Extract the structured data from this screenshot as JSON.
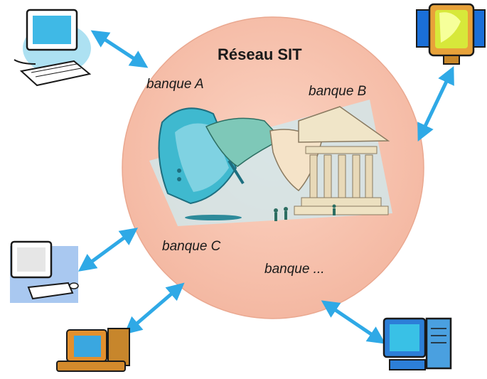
{
  "diagram": {
    "title": "Réseau SIT",
    "banks": [
      "banque A",
      "banque B",
      "banque C",
      "banque ..."
    ],
    "colors": {
      "circle_fill": "#f7c4b0",
      "circle_edge": "#e9a68e",
      "arrow": "#2fa9e6",
      "computer": "#39c1e6",
      "bank_screen": "#b8dfe6"
    },
    "icons": [
      "computer-top-left-icon",
      "monitor-top-right-icon",
      "computer-mid-left-icon",
      "computer-bottom-left-icon",
      "computer-bottom-right-icon",
      "bank-transfer-illustration"
    ]
  }
}
